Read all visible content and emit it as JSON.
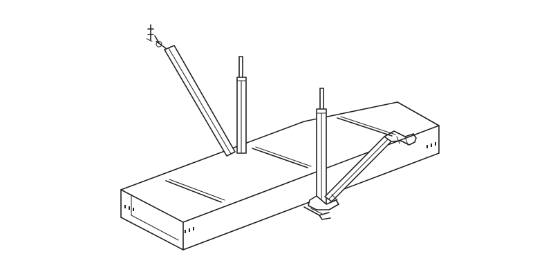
{
  "figure": {
    "type": "line-drawing",
    "subject": "",
    "colors": {
      "stroke": "#1f1f1f",
      "background": "#ffffff"
    },
    "components": [
      "cable-tray",
      "tray-cover-plates",
      "vertical-hanger-rod-left",
      "vertical-hanger-rod-right",
      "diagonal-brace-upper-left",
      "diagonal-brace-right",
      "support-bracket",
      "ventilation-slots"
    ]
  }
}
